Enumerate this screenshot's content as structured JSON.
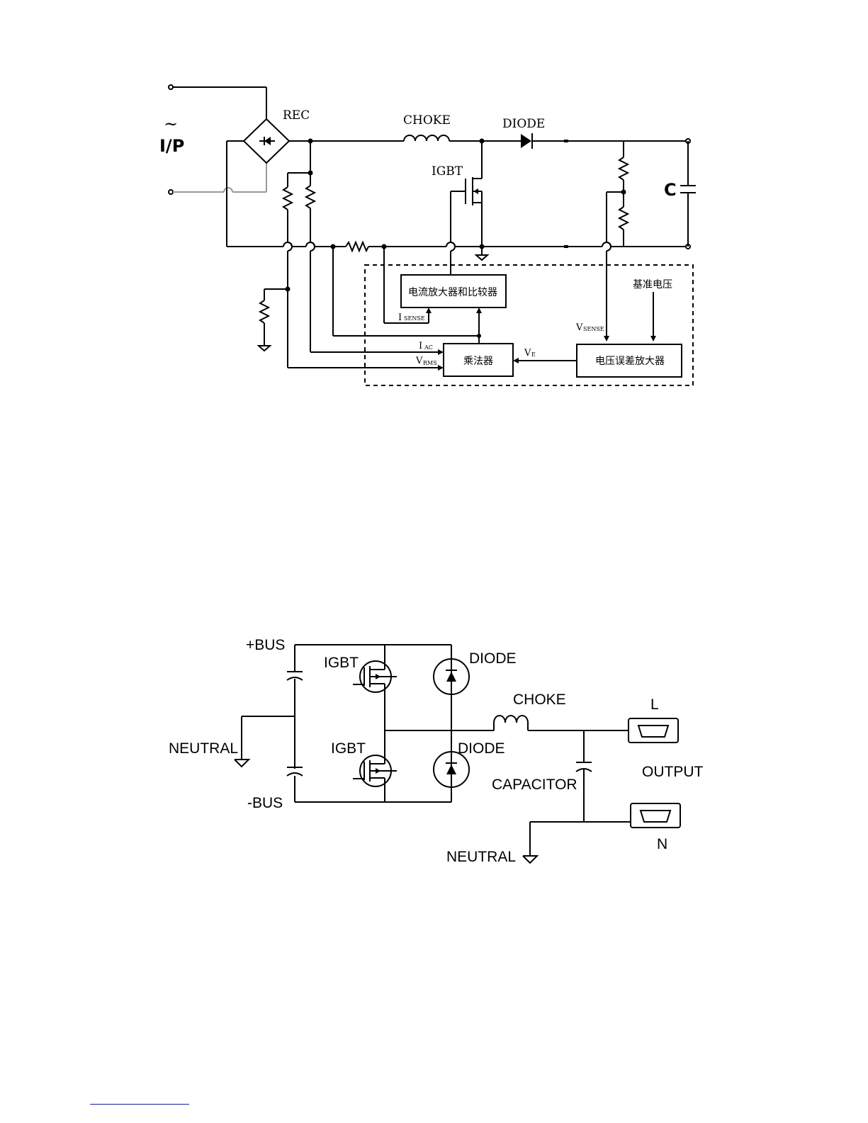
{
  "pfc": {
    "input_symbol": "~",
    "input_label": "I/P",
    "rec_label": "REC",
    "choke_label": "CHOKE",
    "diode_label": "DIODE",
    "igbt_label": "IGBT",
    "cap_label": "C",
    "current_amp_label": "电流放大器和比较器",
    "multiplier_label": "乘法器",
    "voltage_amp_label": "电压误差放大器",
    "reference_label": "基准电压",
    "isense_main": "I",
    "isense_sub": "SENSE",
    "iac_main": "I",
    "iac_sub": "AC",
    "vrms_main": "V",
    "vrms_sub": "RMS",
    "ve_main": "V",
    "ve_sub": "E",
    "vsense_main": "V",
    "vsense_sub": "SENSE"
  },
  "inverter": {
    "plus_bus": "+BUS",
    "minus_bus": "-BUS",
    "igbt_top": "IGBT",
    "igbt_bottom": "IGBT",
    "diode_top": "DIODE",
    "diode_bottom": "DIODE",
    "choke": "CHOKE",
    "capacitor": "CAPACITOR",
    "neutral_left": "NEUTRAL",
    "neutral_bottom": "NEUTRAL",
    "output": "OUTPUT",
    "l_label": "L",
    "n_label": "N"
  }
}
